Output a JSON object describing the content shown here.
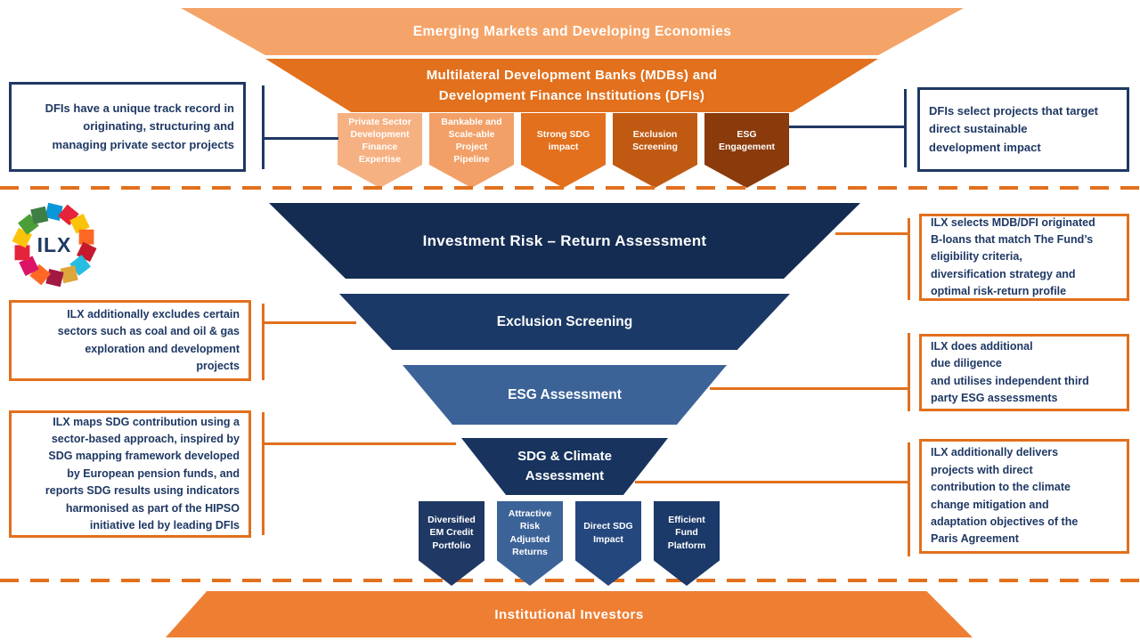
{
  "top": {
    "emde_label": "Emerging Markets and Developing Economies",
    "mdb_label": "Multilateral Development Banks (MDBs) and\nDevelopment Finance Institutions (DFIs)",
    "left_note": "DFIs have a unique track record in\noriginating, structuring and\nmanaging private sector projects",
    "right_note": "DFIs select projects that target\ndirect sustainable\ndevelopment impact",
    "pillars": [
      {
        "label": "Private Sector\nDevelopment\nFinance\nExpertise",
        "color": "#F6B183"
      },
      {
        "label": "Bankable and\nScale-able\nProject\nPipeline",
        "color": "#F2A067"
      },
      {
        "label": "Strong SDG\nimpact",
        "color": "#E2701D"
      },
      {
        "label": "Exclusion\nScreening",
        "color": "#C05A12"
      },
      {
        "label": "ESG\nEngagement",
        "color": "#8A3A0B"
      }
    ]
  },
  "logo": {
    "text": "ILX"
  },
  "funnel": {
    "layers": [
      {
        "label": "Investment Risk – Return Assessment",
        "color": "#142C52"
      },
      {
        "label": "Exclusion Screening",
        "color": "#1B3966"
      },
      {
        "label": "ESG Assessment",
        "color": "#3C6398"
      },
      {
        "label": "SDG & Climate\nAssessment",
        "color": "#17335E"
      }
    ],
    "left_notes": [
      "ILX additionally excludes certain\nsectors such as coal and oil & gas\nexploration and development\nprojects",
      "ILX maps SDG contribution using a\nsector-based approach, inspired by\nSDG mapping framework developed\nby European pension funds, and\nreports SDG results using indicators\nharmonised as part of the HIPSO\ninitiative led by leading DFIs"
    ],
    "right_notes": [
      "ILX selects MDB/DFI originated\nB-loans that match The Fund’s\neligibility criteria,\ndiversification strategy and\noptimal risk-return profile",
      "ILX does additional\ndue diligence\nand utilises independent third\nparty ESG assessments",
      "ILX additionally delivers\nprojects with direct\ncontribution to the climate\nchange mitigation and\nadaptation objectives of the\nParis Agreement"
    ]
  },
  "outcomes": [
    {
      "label": "Diversified\nEM Credit\nPortfolio",
      "color": "#1F3864"
    },
    {
      "label": "Attractive\nRisk\nAdjusted\nReturns",
      "color": "#3B6398"
    },
    {
      "label": "Direct SDG\nImpact",
      "color": "#24477E"
    },
    {
      "label": "Efficient\nFund\nPlatform",
      "color": "#1B3969"
    }
  ],
  "bottom": {
    "investors_label": "Institutional Investors"
  },
  "palette": {
    "orange_light": "#F5A469",
    "orange": "#E2701D",
    "orange_bright": "#EE7E32",
    "navy": "#1F3864",
    "navy_dark": "#142C52",
    "blue_mid": "#3C6398"
  }
}
